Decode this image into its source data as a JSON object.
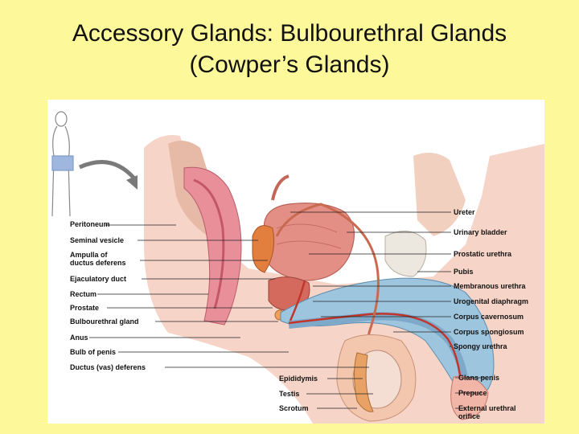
{
  "title": {
    "line1": "Accessory Glands: Bulbourethral Glands",
    "line2": "(Cowper’s Glands)"
  },
  "labels_left": [
    "Peritoneum",
    "Seminal vesicle",
    "Ampulla of",
    "ductus deferens",
    "Ejaculatory duct",
    "Rectum",
    "Prostate",
    "Bulbourethral gland",
    "Anus",
    "Bulb of penis",
    "Ductus (vas) deferens"
  ],
  "labels_bottom": [
    "Epididymis",
    "Testis",
    "Scrotum"
  ],
  "labels_right": [
    "Ureter",
    "Urinary bladder",
    "Prostatic urethra",
    "Pubis",
    "Membranous urethra",
    "Urogenital diaphragm",
    "Corpus cavernosum",
    "Corpus spongiosum",
    "Spongy urethra",
    "Glans penis",
    "Prepuce",
    "External urethral",
    "orifice"
  ]
}
